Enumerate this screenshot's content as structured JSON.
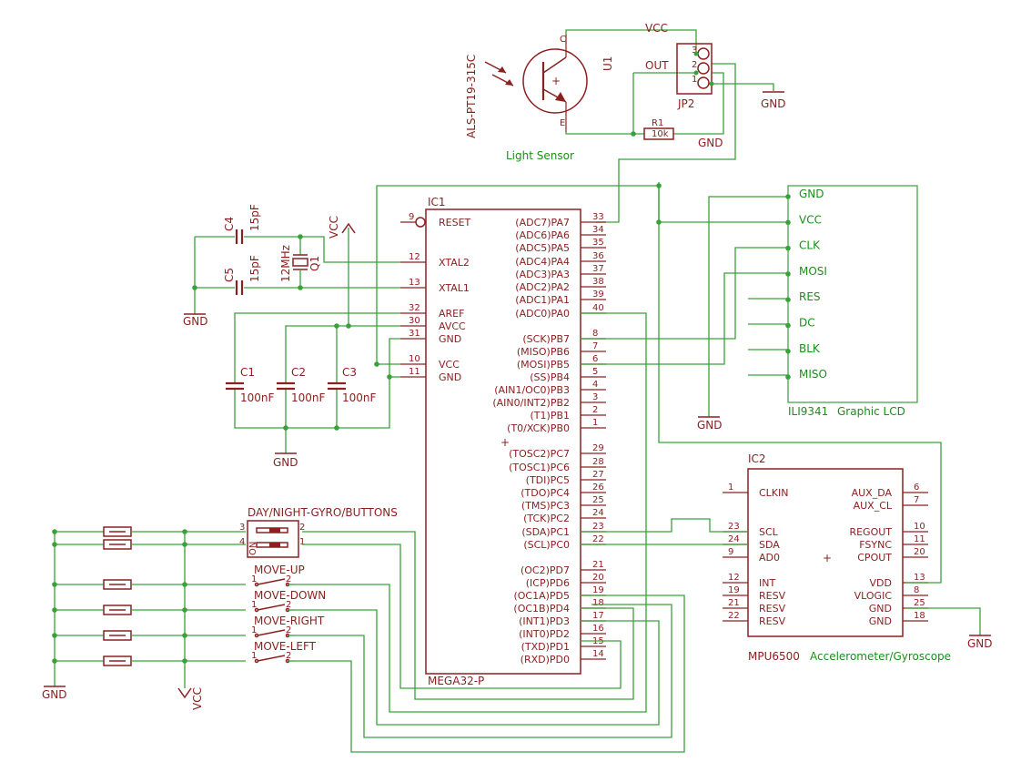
{
  "ic1": {
    "name": "IC1",
    "value": "MEGA32-P",
    "left_pins": [
      {
        "num": "9",
        "label": "RESET"
      },
      {
        "num": "12",
        "label": "XTAL2"
      },
      {
        "num": "13",
        "label": "XTAL1"
      },
      {
        "num": "32",
        "label": "AREF"
      },
      {
        "num": "30",
        "label": "AVCC"
      },
      {
        "num": "31",
        "label": "GND"
      },
      {
        "num": "10",
        "label": "VCC"
      },
      {
        "num": "11",
        "label": "GND"
      }
    ],
    "right_pins": [
      {
        "num": "33",
        "label": "(ADC7)PA7"
      },
      {
        "num": "34",
        "label": "(ADC6)PA6"
      },
      {
        "num": "35",
        "label": "(ADC5)PA5"
      },
      {
        "num": "36",
        "label": "(ADC4)PA4"
      },
      {
        "num": "37",
        "label": "(ADC3)PA3"
      },
      {
        "num": "38",
        "label": "(ADC2)PA2"
      },
      {
        "num": "39",
        "label": "(ADC1)PA1"
      },
      {
        "num": "40",
        "label": "(ADC0)PA0"
      },
      {
        "num": "8",
        "label": "(SCK)PB7"
      },
      {
        "num": "7",
        "label": "(MISO)PB6"
      },
      {
        "num": "6",
        "label": "(MOSI)PB5"
      },
      {
        "num": "5",
        "label": "(SS)PB4"
      },
      {
        "num": "4",
        "label": "(AIN1/OC0)PB3"
      },
      {
        "num": "3",
        "label": "(AIN0/INT2)PB2"
      },
      {
        "num": "2",
        "label": "(T1)PB1"
      },
      {
        "num": "1",
        "label": "(T0/XCK)PB0"
      },
      {
        "num": "29",
        "label": "(TOSC2)PC7"
      },
      {
        "num": "28",
        "label": "(TOSC1)PC6"
      },
      {
        "num": "27",
        "label": "(TDI)PC5"
      },
      {
        "num": "26",
        "label": "(TDO)PC4"
      },
      {
        "num": "25",
        "label": "(TMS)PC3"
      },
      {
        "num": "24",
        "label": "(TCK)PC2"
      },
      {
        "num": "23",
        "label": "(SDA)PC1"
      },
      {
        "num": "22",
        "label": "(SCL)PC0"
      },
      {
        "num": "21",
        "label": "(OC2)PD7"
      },
      {
        "num": "20",
        "label": "(ICP)PD6"
      },
      {
        "num": "19",
        "label": "(OC1A)PD5"
      },
      {
        "num": "18",
        "label": "(OC1B)PD4"
      },
      {
        "num": "17",
        "label": "(INT1)PD3"
      },
      {
        "num": "16",
        "label": "(INT0)PD2"
      },
      {
        "num": "15",
        "label": "(TXD)PD1"
      },
      {
        "num": "14",
        "label": "(RXD)PD0"
      }
    ]
  },
  "ic2": {
    "name": "IC2",
    "value": "MPU6500",
    "note": "Accelerometer/Gyroscope",
    "left_pins": [
      {
        "num": "1",
        "label": "CLKIN"
      },
      {
        "num": "23",
        "label": "SCL"
      },
      {
        "num": "24",
        "label": "SDA"
      },
      {
        "num": "9",
        "label": "AD0"
      },
      {
        "num": "12",
        "label": "INT"
      },
      {
        "num": "19",
        "label": "RESV"
      },
      {
        "num": "21",
        "label": "RESV"
      },
      {
        "num": "22",
        "label": "RESV"
      }
    ],
    "right_pins": [
      {
        "num": "6",
        "label": "AUX_DA"
      },
      {
        "num": "7",
        "label": "AUX_CL"
      },
      {
        "num": "10",
        "label": "REGOUT"
      },
      {
        "num": "11",
        "label": "FSYNC"
      },
      {
        "num": "20",
        "label": "CPOUT"
      },
      {
        "num": "13",
        "label": "VDD"
      },
      {
        "num": "8",
        "label": "VLOGIC"
      },
      {
        "num": "25",
        "label": "GND"
      },
      {
        "num": "18",
        "label": "GND"
      }
    ]
  },
  "lcd": {
    "pins": [
      "GND",
      "VCC",
      "CLK",
      "MOSI",
      "RES",
      "DC",
      "BLK",
      "MISO"
    ],
    "value": "ILI9341",
    "note": "Graphic LCD"
  },
  "sensor": {
    "name": "U1",
    "value": "ALS-PT19-315C",
    "note": "Light Sensor",
    "pin_c": "C",
    "pin_e": "E",
    "plus": "+"
  },
  "jp2": {
    "name": "JP2",
    "p1": "1",
    "p2": "2",
    "p3": "3"
  },
  "r1": {
    "name": "R1",
    "value": "10k"
  },
  "caps": [
    {
      "name": "C4",
      "value": "15pF"
    },
    {
      "name": "C5",
      "value": "15pF"
    },
    {
      "name": "C1",
      "value": "100nF"
    },
    {
      "name": "C2",
      "value": "100nF"
    },
    {
      "name": "C3",
      "value": "100nF"
    }
  ],
  "crystal": {
    "name": "Q1",
    "value": "12MHz"
  },
  "switches": [
    {
      "name": "MOVE-UP",
      "p1": "1",
      "p2": "2"
    },
    {
      "name": "MOVE-DOWN",
      "p1": "1",
      "p2": "2"
    },
    {
      "name": "MOVE-RIGHT",
      "p1": "1",
      "p2": "2"
    },
    {
      "name": "MOVE-LEFT",
      "p1": "1",
      "p2": "2"
    }
  ],
  "dip": {
    "name": "DAY/NIGHT-GYRO/BUTTONS",
    "pins": [
      "3",
      "4",
      "2",
      "1"
    ],
    "on": "ON"
  },
  "nets": {
    "vcc": "VCC",
    "gnd": "GND",
    "out": "OUT"
  }
}
